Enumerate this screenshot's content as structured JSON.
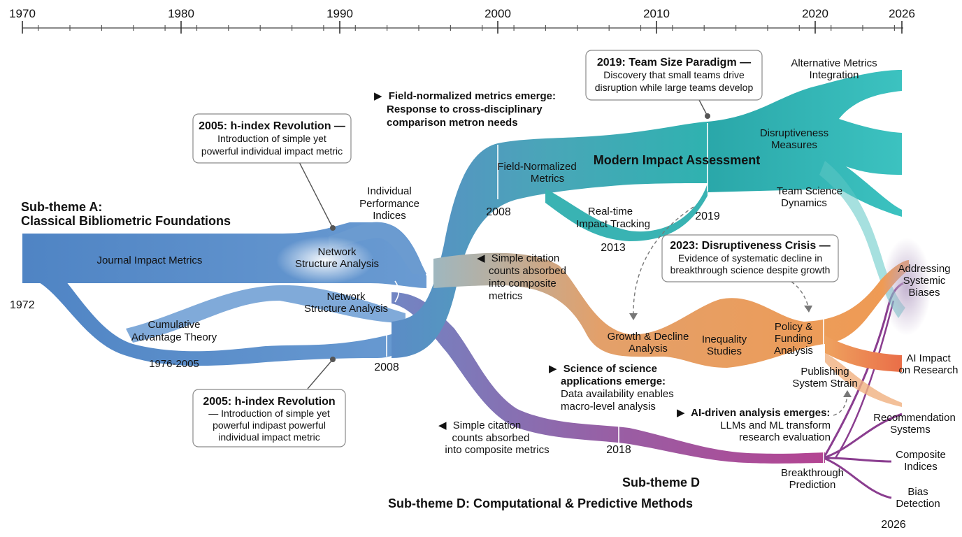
{
  "axis": {
    "ticks": [
      "1970",
      "1980",
      "1990",
      "2000",
      "2010",
      "2020",
      "2026"
    ]
  },
  "themes": {
    "a_title_1": "Sub-theme A:",
    "a_title_2": "Classical Bibliometric Foundations",
    "d_short": "Sub-theme D",
    "d_full": "Sub-theme D:  Computational & Predictive Methods"
  },
  "streams": {
    "journal_impact": "Journal Impact Metrics",
    "cumulative_1": "Cumulative",
    "cumulative_2": "Advantage Theory",
    "years_1976_2005": "1976-2005",
    "year_1972": "1972",
    "individual_1": "Individual",
    "individual_2": "Performance",
    "individual_3": "Indices",
    "network_a_1": "Network",
    "network_a_2": "Structure Analysis",
    "network_b_1": "Network",
    "network_b_2": "Structure Analysis",
    "year_2008_lower": "2008",
    "modern_impact": "Modern Impact Assessment",
    "field_norm_1": "Field-Normalized",
    "field_norm_2": "Metrics",
    "year_2008_upper": "2008",
    "realtime_1": "Real-time",
    "realtime_2": "Impact Tracking",
    "year_2013": "2013",
    "year_2019": "2019",
    "alt_metrics_1": "Alternative Metrics",
    "alt_metrics_2": "Integration",
    "disrupt_1": "Disruptiveness",
    "disrupt_2": "Measures",
    "team_sci_1": "Team Science",
    "team_sci_2": "Dynamics",
    "growth_1": "Growth & Decline",
    "growth_2": "Analysis",
    "inequality_1": "Inequality",
    "inequality_2": "Studies",
    "policy_1": "Policy &",
    "policy_2": "Funding",
    "policy_3": "Analysis",
    "publishing_1": "Publishing",
    "publishing_2": "System Strain",
    "biases_1": "Addressing",
    "biases_2": "Systemic",
    "biases_3": "Biases",
    "ai_impact_1": "AI Impact",
    "ai_impact_2": "on Research",
    "year_2018": "2018",
    "breakthrough_1": "Breakthrough",
    "breakthrough_2": "Prediction",
    "recommend_1": "Recommendation",
    "recommend_2": "Systems",
    "composite_1": "Composite",
    "composite_2": "Indices",
    "bias_det_1": "Bias",
    "bias_det_2": "Detection",
    "year_2026_bottom": "2026"
  },
  "annotations": {
    "field_norm_1": "Field-normalized metrics emerge:",
    "field_norm_2": "Response to cross-disciplinary",
    "field_norm_3": "comparison metron needs",
    "simple_upper_1": "Simple citation",
    "simple_upper_2": "counts absorbed",
    "simple_upper_3": "into composite",
    "simple_upper_4": "metrics",
    "sos_1": "Science of science",
    "sos_2": "applications emerge:",
    "sos_3": "Data availability enables",
    "sos_4": "macro-level analysis",
    "ai_driven_1": "AI-driven analysis emerges:",
    "ai_driven_2": "LLMs and ML transform",
    "ai_driven_3": "research evaluation",
    "simple_lower_1": "Simple citation",
    "simple_lower_2": "counts absorbed",
    "simple_lower_3": "into composite metrics"
  },
  "callouts": {
    "hindex_top": {
      "title": "2005: h-index Revolution —",
      "line1": "Introduction of simple yet",
      "line2": "powerful individual impact metric"
    },
    "hindex_bottom": {
      "title": "2005: h-index Revolution",
      "line1": "— Introduction of simple yet",
      "line2": "powerful indipast powerful",
      "line3": "individual impact metric"
    },
    "team_size": {
      "title": "2019: Team Size Paradigm —",
      "line1": "Discovery that small teams drive",
      "line2": "disruption while large teams develop"
    },
    "disrupt_crisis": {
      "title": "2023: Disruptiveness Crisis —",
      "line1": "Evidence of systematic decline in",
      "line2": "breakthrough science despite growth"
    }
  },
  "icons": {
    "right": "▶",
    "left": "◀"
  },
  "colors": {
    "blue": "#5b8cc6",
    "teal": "#3fb3b5",
    "orange": "#ee9a55",
    "purple": "#8a3d8f"
  }
}
